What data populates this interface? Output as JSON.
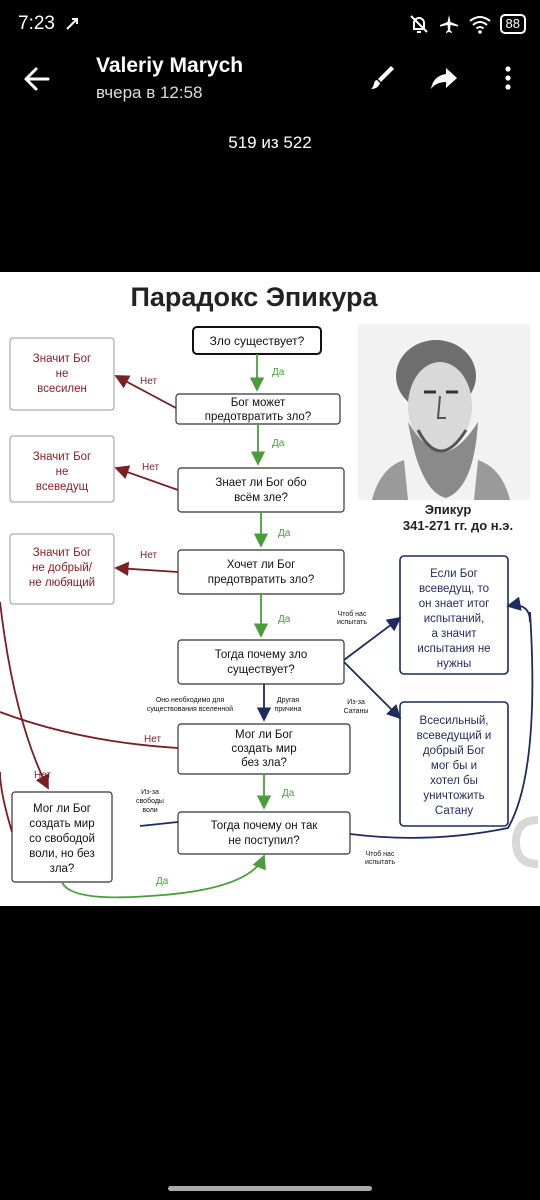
{
  "status": {
    "time": "7:23",
    "battery": "88"
  },
  "header": {
    "title": "Valeriy Marych",
    "subtitle": "вчера в 12:58"
  },
  "viewer": {
    "counter": "519 из 522"
  },
  "diagram": {
    "title": "Парадокс Эпикура",
    "q1": "Зло существует?",
    "q2": [
      "Бог может",
      "предотвратить зло?"
    ],
    "q3": [
      "Знает ли Бог обо",
      "всём зле?"
    ],
    "q4": [
      "Хочет ли Бог",
      "предотвратить зло?"
    ],
    "q5": [
      "Тогда почему зло",
      "существует?"
    ],
    "q6": [
      "Мог ли Бог",
      "создать мир",
      "без зла?"
    ],
    "q7": [
      "Тогда почему он так",
      "не поступил?"
    ],
    "l1": [
      "Значит Бог",
      "не",
      "всесилен"
    ],
    "l2": [
      "Значит Бог",
      "не",
      "всеведущ"
    ],
    "l3": [
      "Значит Бог",
      "не добрый/",
      "не любящий"
    ],
    "l4": [
      "Мог ли Бог",
      "создать мир",
      "со свободой",
      "воли, но без",
      "зла?"
    ],
    "r1": [
      "Если Бог",
      "всеведущ, то",
      "он знает итог",
      "испытаний,",
      "а значит",
      "испытания не",
      "нужны"
    ],
    "r2": [
      "Всесильный,",
      "всеведущий и",
      "добрый Бог",
      "мог бы и",
      "хотел бы",
      "уничтожить",
      "Сатану"
    ],
    "yes": "Да",
    "no": "Нет",
    "test": [
      "Чтоб нас",
      "испытать"
    ],
    "necessary": [
      "Оно необходимо для",
      "существования вселенной"
    ],
    "other": [
      "Другая",
      "причина"
    ],
    "satan": [
      "Из-за",
      "Сатаны"
    ],
    "freewill": [
      "Из-за",
      "свободы",
      "воли"
    ],
    "caption": "Эпикур",
    "dates": "341-271 гг. до н.э."
  }
}
